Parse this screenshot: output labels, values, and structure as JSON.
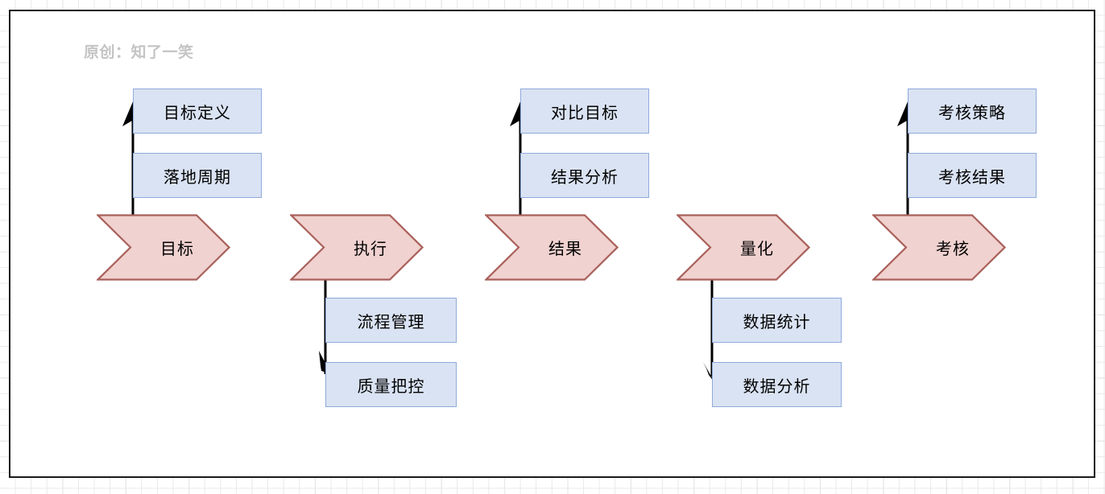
{
  "canvas": {
    "watermark": "原创：知了一笑",
    "colors": {
      "box_fill": "#dae3f3",
      "box_border": "#8faadc",
      "chevron_fill": "#f0d2d0",
      "chevron_border": "#a9605a",
      "connector": "#000000",
      "watermark_text": "#c4c4c4",
      "canvas_border": "#1a1a1a",
      "grid_minor": "#e9e9e9",
      "grid_major": "#d2d2d2"
    }
  },
  "stages": [
    {
      "id": "goal",
      "chevron_label": "目标",
      "boxes_above": [
        "目标定义",
        "落地周期"
      ],
      "boxes_below": [],
      "connector_direction": "up"
    },
    {
      "id": "execute",
      "chevron_label": "执行",
      "boxes_above": [],
      "boxes_below": [
        "流程管理",
        "质量把控"
      ],
      "connector_direction": "down"
    },
    {
      "id": "result",
      "chevron_label": "结果",
      "boxes_above": [
        "对比目标",
        "结果分析"
      ],
      "boxes_below": [],
      "connector_direction": "up"
    },
    {
      "id": "quantify",
      "chevron_label": "量化",
      "boxes_above": [],
      "boxes_below": [
        "数据统计",
        "数据分析"
      ],
      "connector_direction": "down"
    },
    {
      "id": "assess",
      "chevron_label": "考核",
      "boxes_above": [
        "考核策略",
        "考核结果"
      ],
      "boxes_below": [],
      "connector_direction": "up"
    }
  ]
}
